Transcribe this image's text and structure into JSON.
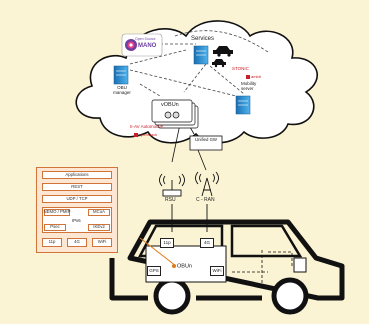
{
  "cloud": {
    "services": "Services",
    "obu_manager": "OBU manager",
    "vobun": "vOBUn",
    "mobility_server": "Mobility server",
    "stonic": "STONIC",
    "stonic_brand": "ambit",
    "ii_av": "II-AV Automotive",
    "openstack": "openstack",
    "mano_logo_top": "Open Source",
    "mano_logo": "MANO",
    "unified_gw": "Unified GW"
  },
  "links": {
    "rsu": "RSU",
    "cran": "C - RAN"
  },
  "stack": {
    "applications": "Applications",
    "rest": "REST",
    "udp_tcp": "UDP / TCP",
    "nemo_pmip": "NEMO / PMIP",
    "mcoa": "MCoA",
    "ipv6": "IPv6",
    "psec": "Psec",
    "ikev2": "IKEv2",
    "if_11p": "11p",
    "if_4g": "4G",
    "if_wifi": "WiFi"
  },
  "vehicle": {
    "if_11p": "11p",
    "if_4g": "4G",
    "gps": "GPS",
    "obun": "OBUn",
    "wifi": "WiFi"
  },
  "colors": {
    "background": "#fbf4d4",
    "accent_red": "#c8202a",
    "stack_border": "#d0743a",
    "server_blue": "#2e8fd6"
  }
}
